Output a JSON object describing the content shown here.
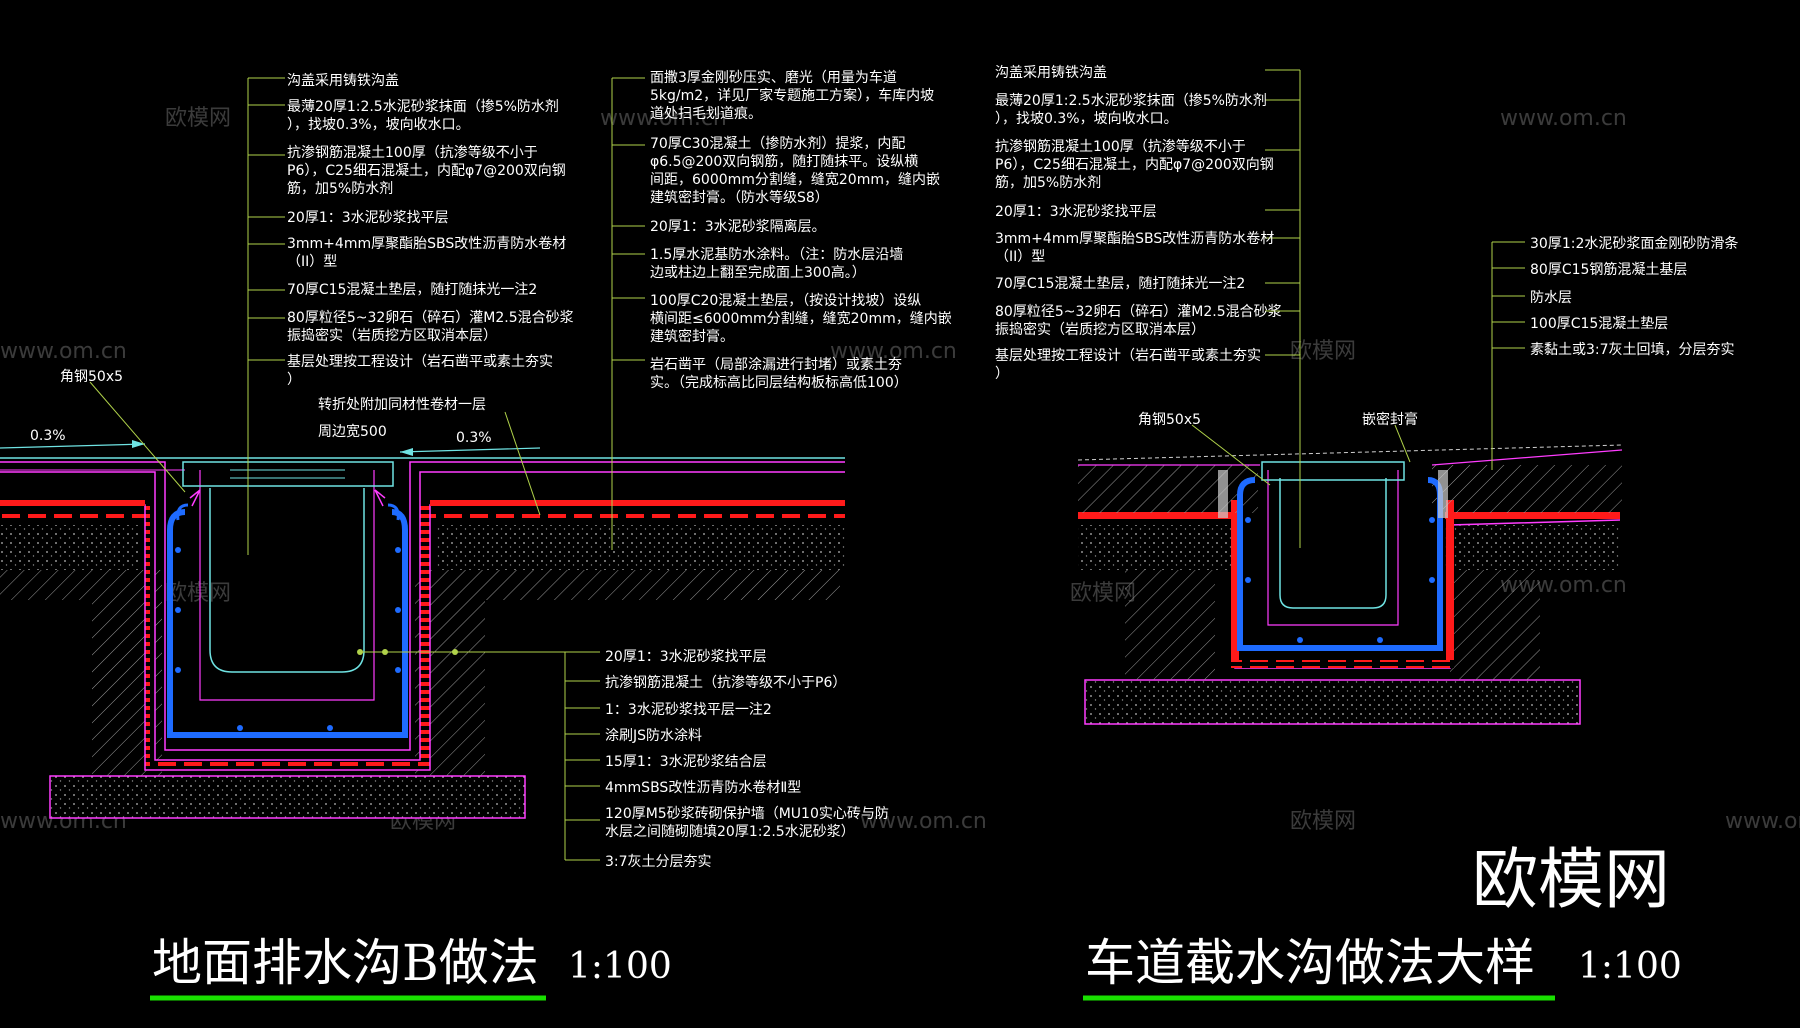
{
  "left_detail": {
    "title": "地面排水沟B做法",
    "scale": "1:100",
    "top_labels": [
      "沟盖采用铸铁沟盖",
      "最薄20厚1:2.5水泥砂浆抹面（掺5%防水剂",
      "），找坡0.3%，坡向收水口。",
      "抗渗钢筋混凝土100厚（抗渗等级不小于",
      "P6），C25细石混凝土，内配φ7@200双向钢",
      "筋，加5%防水剂",
      "20厚1：3水泥砂浆找平层",
      "3mm+4mm厚聚酯胎SBS改性沥青防水卷材",
      "（II）型",
      "70厚C15混凝土垫层，随打随抹光一注2",
      "80厚粒径5~32卵石（碎石）灌M2.5混合砂浆",
      "振捣密实（岩质挖方区取消本层）",
      "基层处理按工程设计（岩石凿平或素土夯实",
      "）"
    ],
    "right_labels": [
      "面撒3厚金刚砂压实、磨光（用量为车道",
      "5kg/m2，详见厂家专题施工方案），车库内坡",
      "道处扫毛划道痕。",
      "70厚C30混凝土（掺防水剂）提浆，内配",
      "φ6.5@200双向钢筋，随打随抹平。设纵横",
      "间距，6000mm分割缝，缝宽20mm，缝内嵌",
      "建筑密封膏。（防水等级S8）",
      "20厚1：3水泥砂浆隔离层。",
      "1.5厚水泥基防水涂料。（注：防水层沿墙",
      "边或柱边上翻至完成面上300高。）",
      "100厚C20混凝土垫层，（按设计找坡）设纵",
      "横间距≤6000mm分割缝，缝宽20mm，缝内嵌",
      "建筑密封膏。",
      "岩石凿平（局部涂漏进行封堵）或素土夯",
      "实。（完成标高比同层结构板标高低100）"
    ],
    "bottom_labels": [
      "20厚1：3水泥砂浆找平层",
      "抗渗钢筋混凝土（抗渗等级不小于P6）",
      "1：3水泥砂浆找平层一注2",
      "涂刷JS防水涂料",
      "15厚1：3水泥砂浆结合层",
      "4mmSBS改性沥青防水卷材Ⅱ型",
      "120厚M5砂浆砖砌保护墙（MU10实心砖与防",
      "水层之间随砌随填20厚1:2.5水泥砂浆）",
      "3:7灰土分层夯实"
    ],
    "angle_steel": "角钢50x5",
    "corner_note": "转折处附加同材性卷材一层",
    "corner_width": "周边宽500",
    "slope_left": "0.3%",
    "slope_right": "0.3%"
  },
  "right_detail": {
    "title": "车道截水沟做法大样",
    "scale": "1:100",
    "top_labels": [
      "沟盖采用铸铁沟盖",
      "最薄20厚1:2.5水泥砂浆抹面（掺5%防水剂",
      "），找坡0.3%，坡向收水口。",
      "抗渗钢筋混凝土100厚（抗渗等级不小于",
      "P6），C25细石混凝土，内配φ7@200双向钢",
      "筋，加5%防水剂",
      "20厚1：3水泥砂浆找平层",
      "3mm+4mm厚聚酯胎SBS改性沥青防水卷材",
      "（II）型",
      "70厚C15混凝土垫层，随打随抹光一注2",
      "80厚粒径5~32卵石（碎石）灌M2.5混合砂浆",
      "振捣密实（岩质挖方区取消本层）",
      "基层处理按工程设计（岩石凿平或素土夯实",
      "）"
    ],
    "side_labels": [
      "30厚1:2水泥砂浆面金刚砂防滑条",
      "80厚C15钢筋混凝土基层",
      "防水层",
      "100厚C15混凝土垫层",
      "素黏土或3:7灰土回填，分层夯实"
    ],
    "angle_steel": "角钢50x5",
    "sealant": "嵌密封膏"
  },
  "watermarks": [
    "欧模网",
    "www.om.cn"
  ],
  "brand": "欧模网",
  "colors": {
    "background": "#000000",
    "leader": "#b0d24a",
    "magenta": "#ff3cff",
    "red": "#ff1a1a",
    "blue": "#1e6bff",
    "cyan": "#6fe3e3",
    "underline": "#19e000"
  }
}
